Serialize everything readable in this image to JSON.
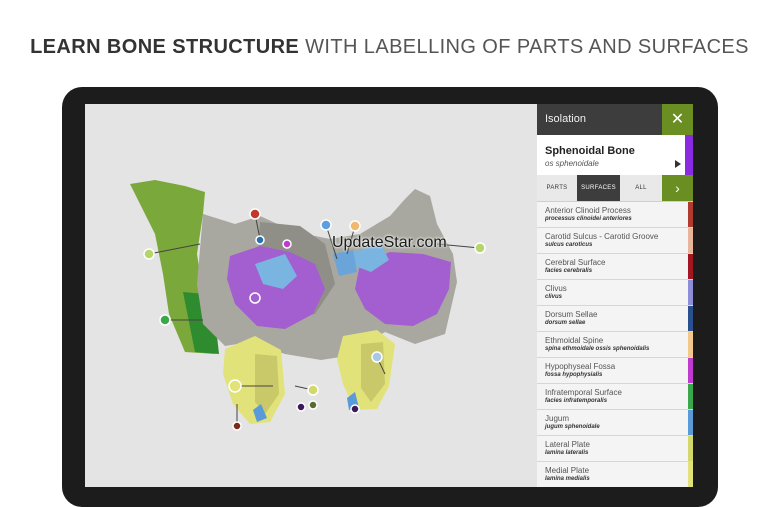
{
  "headline": {
    "bold": "LEARN BONE STRUCTURE",
    "light": "WITH LABELLING OF PARTS AND SURFACES"
  },
  "watermark": "UpdateStar.com",
  "panel": {
    "title": "Isolation",
    "close_icon": "close-icon",
    "bone_name": "Sphenoidal Bone",
    "bone_latin": "os sphenoidale",
    "bone_color": "#8a2be2",
    "tabs": [
      "PARTS",
      "SURFACES",
      "ALL"
    ],
    "active_tab": "SURFACES",
    "accent": "#6b8e23",
    "items": [
      {
        "name": "Anterior Clinoid Process",
        "latin": "processus clinoidei anteriores",
        "color": "#b03a2e"
      },
      {
        "name": "Carotid Sulcus - Carotid Groove",
        "latin": "sulcus caroticus",
        "color": "#e8b49a"
      },
      {
        "name": "Cerebral Surface",
        "latin": "facies cerebralis",
        "color": "#a31621"
      },
      {
        "name": "Clivus",
        "latin": "clivus",
        "color": "#8e8ed8"
      },
      {
        "name": "Dorsum Sellae",
        "latin": "dorsum sellae",
        "color": "#2a4f8f"
      },
      {
        "name": "Ethmoidal Spine",
        "latin": "spina ethmoidale ossis sphenoidalis",
        "color": "#f2c98a"
      },
      {
        "name": "Hypophyseal Fossa",
        "latin": "fossa hypophysialis",
        "color": "#c03ad0"
      },
      {
        "name": "Infratemporal Surface",
        "latin": "facies infratemporalis",
        "color": "#3aa84a"
      },
      {
        "name": "Jugum",
        "latin": "jugum sphenoidale",
        "color": "#5a9ad8"
      },
      {
        "name": "Lateral Plate",
        "latin": "lamina lateralis",
        "color": "#d4d86a"
      },
      {
        "name": "Medial Plate",
        "latin": "lamina medialis",
        "color": "#e2e27a"
      }
    ]
  }
}
